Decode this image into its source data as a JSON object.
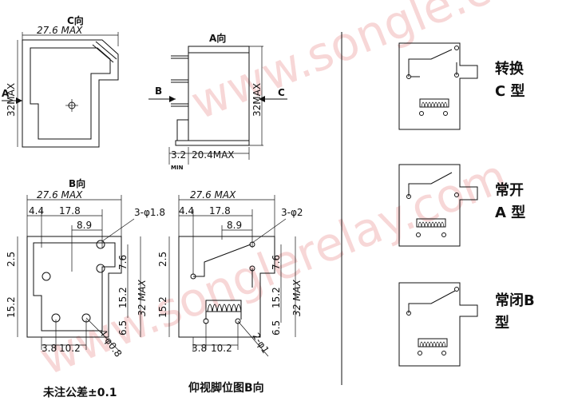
{
  "views": {
    "c_view": {
      "title": "C向",
      "width": "27.6 MAX",
      "height": "32MAX",
      "arrow": "A"
    },
    "a_view": {
      "title": "A向",
      "height": "32MAX",
      "pin_len": "3.2",
      "depth": "20.4MAX",
      "min": "MIN",
      "arrow_b": "B",
      "arrow_c": "C"
    },
    "b_view": {
      "title": "B向",
      "width": "27.6 MAX",
      "d44": "4.4",
      "d178": "17.8",
      "d89": "8.9",
      "holes": "3-φ1.8",
      "d25": "2.5",
      "d76": "7.6",
      "d152": "15.2",
      "d152b": "15.2",
      "height": "32 MAX",
      "d65": "6.5",
      "d38": "3.8",
      "d102": "10.2",
      "pins": "4-φ0.8"
    },
    "bottom_view": {
      "width": "27.6 MAX",
      "d44": "4.4",
      "d178": "17.8",
      "d89": "8.9",
      "holes": "3-φ2",
      "d25": "2.5",
      "d76": "7.6",
      "d152": "15.2",
      "d152b": "15.2",
      "height": "32 MAX",
      "d65": "6.5",
      "d38": "3.8",
      "d102": "10.2",
      "pins": "2-φ1"
    }
  },
  "captions": {
    "tolerance": "未注公差±0.1",
    "bottom_view": "仰视脚位图B向"
  },
  "types": [
    {
      "line1": "转换",
      "line2": "C 型"
    },
    {
      "line1": "常开",
      "line2": "A 型"
    },
    {
      "line1": "常闭B",
      "line2": "型"
    }
  ],
  "watermark": {
    "text1": "www.songle.com",
    "text2": "www.songlerelay.com"
  }
}
